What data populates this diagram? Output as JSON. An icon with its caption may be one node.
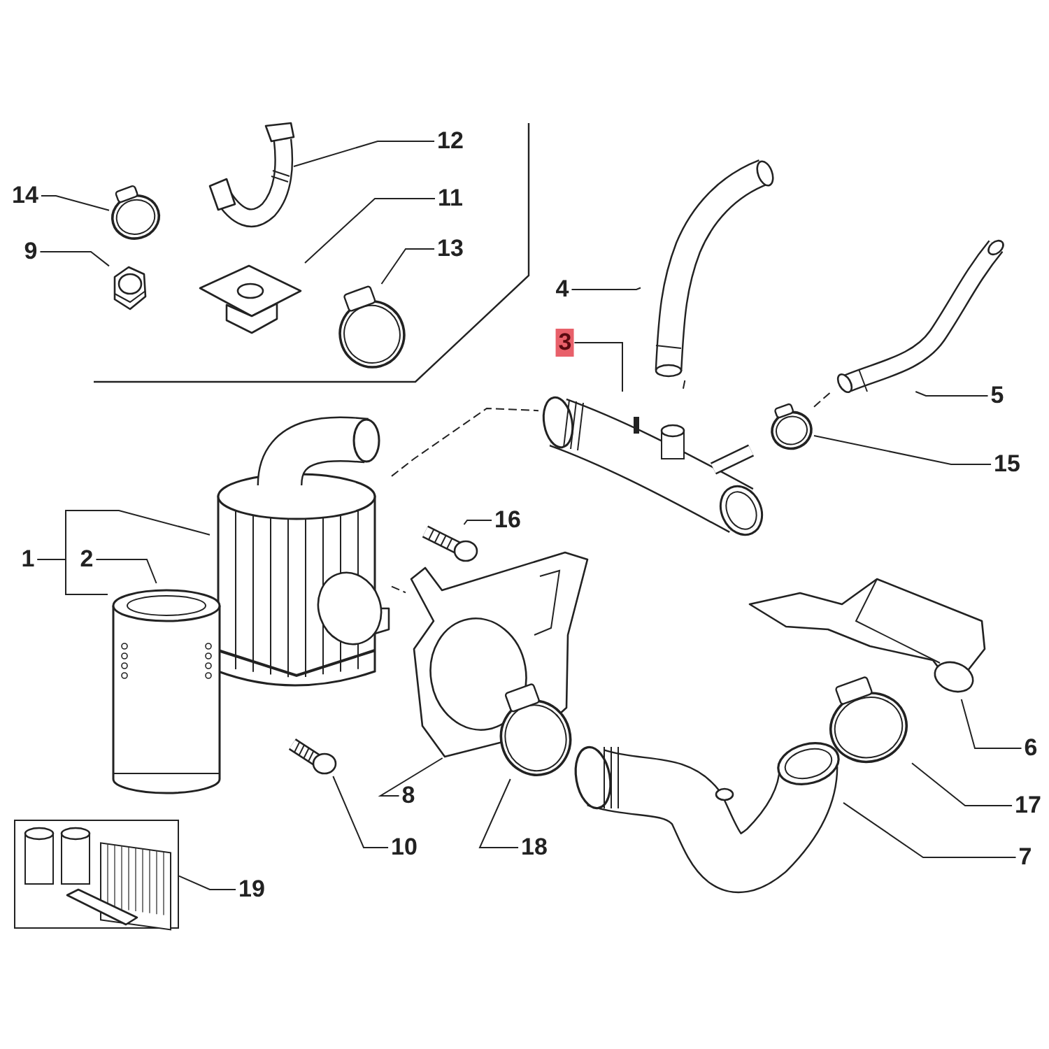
{
  "diagram": {
    "nodes": [
      {
        "text": [
          "12"
        ]
      },
      {
        "text": [
          "14"
        ]
      },
      {
        "text": [
          "11"
        ]
      },
      {
        "text": [
          "9"
        ]
      },
      {
        "text": [
          "13"
        ]
      },
      {
        "text": [
          "4"
        ]
      },
      {
        "text": [
          "3"
        ]
      },
      {
        "text": [
          "5"
        ]
      },
      {
        "text": [
          "15"
        ]
      },
      {
        "text": [
          "16"
        ]
      },
      {
        "text": [
          "1"
        ]
      },
      {
        "text": [
          "2"
        ]
      },
      {
        "text": [
          "6"
        ]
      },
      {
        "text": [
          "8"
        ]
      },
      {
        "text": [
          "17"
        ]
      },
      {
        "text": [
          "10"
        ]
      },
      {
        "text": [
          "18"
        ]
      },
      {
        "text": [
          "7"
        ]
      },
      {
        "text": [
          "19"
        ]
      },
      {
        "text": [],
        "shape": "picture"
      },
      {
        "text": [],
        "shape": "picture"
      },
      {
        "text": [],
        "shape": "picture"
      },
      {
        "text": [],
        "shape": "picture"
      },
      {
        "text": [],
        "shape": "picture"
      },
      {
        "text": [],
        "shape": "picture"
      },
      {
        "text": [],
        "shape": "picture"
      },
      {
        "text": [],
        "shape": "picture"
      },
      {
        "text": [],
        "shape": "picture"
      },
      {
        "text": [],
        "shape": "picture"
      },
      {
        "text": [],
        "shape": "picture"
      },
      {
        "text": [],
        "shape": "picture"
      },
      {
        "text": [],
        "shape": "picture"
      },
      {
        "text": [],
        "shape": "picture"
      },
      {
        "text": [],
        "shape": "picture"
      },
      {
        "text": [],
        "shape": "picture"
      },
      {
        "text": [],
        "shape": "picture"
      },
      {
        "text": [],
        "shape": "picture"
      },
      {
        "text": [],
        "shape": "picture"
      }
    ],
    "edges": [
      {
        "from": 0,
        "to": 19,
        "arrow": "none"
      },
      {
        "from": 1,
        "to": 20,
        "arrow": "none"
      },
      {
        "from": 2,
        "to": 21,
        "arrow": "none"
      },
      {
        "from": 3,
        "to": 22,
        "arrow": "none"
      },
      {
        "from": 4,
        "to": 23,
        "arrow": "none"
      },
      {
        "from": 5,
        "to": 24,
        "arrow": "none"
      },
      {
        "from": 6,
        "to": 25,
        "arrow": "none"
      },
      {
        "from": 7,
        "to": 26,
        "arrow": "none"
      },
      {
        "from": 8,
        "to": 27,
        "arrow": "none"
      },
      {
        "from": 9,
        "to": 28,
        "arrow": "none"
      },
      {
        "from": 10,
        "to": 29,
        "arrow": "none"
      },
      {
        "from": 11,
        "to": 30,
        "arrow": "none"
      },
      {
        "from": 12,
        "to": 31,
        "arrow": "none"
      },
      {
        "from": 13,
        "to": 32,
        "arrow": "none"
      },
      {
        "from": 14,
        "to": 33,
        "arrow": "none"
      },
      {
        "from": 15,
        "to": 34,
        "arrow": "none"
      },
      {
        "from": 16,
        "to": 35,
        "arrow": "none"
      },
      {
        "from": 17,
        "to": 36,
        "arrow": "none"
      },
      {
        "from": 18,
        "to": 37,
        "arrow": "none"
      },
      {
        "from": 29,
        "to": 25,
        "arrow": "none",
        "style": "dashed"
      },
      {
        "from": 29,
        "to": 32,
        "arrow": "none",
        "style": "dashed"
      },
      {
        "from": 24,
        "to": 25,
        "arrow": "none",
        "style": "dashed"
      },
      {
        "from": 27,
        "to": 26,
        "arrow": "none",
        "style": "dashed"
      },
      {
        "from": 10,
        "to": 30,
        "arrow": "none"
      }
    ]
  }
}
